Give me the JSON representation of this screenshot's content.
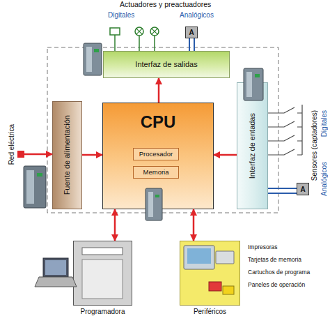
{
  "diagram": {
    "nodes": [
      {
        "text": [
          "A"
        ]
      },
      {
        "text": [
          "Interfaz de salidas"
        ]
      },
      {
        "text": [
          "Fuente de alimentación"
        ]
      },
      {
        "text": [
          "CPU"
        ]
      },
      {
        "text": [
          "Procesador"
        ],
        "in": 3
      },
      {
        "text": [
          "Memoria"
        ],
        "in": 3
      },
      {
        "text": [
          "Interfaz de entadas"
        ]
      },
      {
        "text": [
          "A"
        ]
      },
      {
        "text": [
          "Programadora"
        ]
      },
      {
        "text": [
          "Periféricos"
        ]
      }
    ],
    "edges": [
      {
        "from": 3,
        "to": 1,
        "arrow": "to"
      },
      {
        "from": 2,
        "to": 3,
        "arrow": "to"
      },
      {
        "from": 6,
        "to": 3,
        "arrow": "to"
      },
      {
        "from": 3,
        "to": 8,
        "arrow": "both"
      },
      {
        "from": 3,
        "to": 9,
        "arrow": "both"
      },
      {
        "from": 1,
        "to": 0,
        "arrow": "none"
      },
      {
        "from": 6,
        "to": 7,
        "arrow": "none"
      }
    ],
    "labels": [
      "Actuadores y preactuadores",
      "Digitales",
      "Analógicos",
      "Red eléctrica",
      "Sensores (captadores)",
      "Digitales",
      "Analógicos",
      "Impresoras",
      "Tarjetas de memoria",
      "Cartuchos de programa",
      "Paneles de operación"
    ]
  }
}
